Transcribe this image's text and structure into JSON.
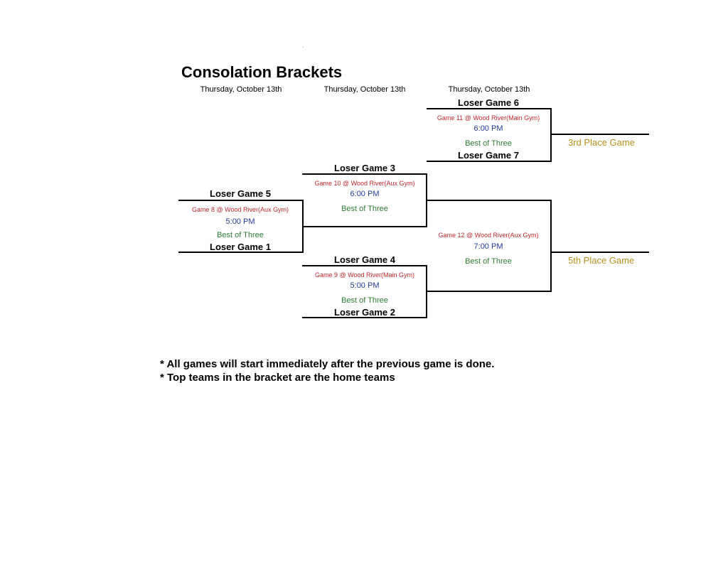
{
  "title": "Consolation Brackets",
  "dates": [
    "Thursday, October  13th",
    "Thursday, October  13th",
    "Thursday, October  13th"
  ],
  "mark": "·",
  "round1": {
    "top_team": "Loser Game 5",
    "venue": "Game 8 @ Wood River(Aux Gym)",
    "time": "5:00 PM",
    "format": "Best of Three",
    "bottom_team": "Loser Game 1"
  },
  "round2_top": {
    "top_team": "Loser Game 3",
    "venue": "Game 10 @ Wood River(Aux Gym)",
    "time": "6:00 PM",
    "format": "Best of Three"
  },
  "round2_bottom": {
    "top_team": "Loser Game 4",
    "venue": "Game 9 @ Wood River(Main Gym)",
    "time": "5:00 PM",
    "format": "Best of Three",
    "bottom_team": "Loser Game 2"
  },
  "round3_top": {
    "top_team": "Loser Game 6",
    "venue": "Game 11 @ Wood River(Main Gym)",
    "time": "6:00 PM",
    "format": "Best of Three",
    "bottom_team": "Loser Game 7"
  },
  "round3_bottom": {
    "venue": "Game 12 @ Wood River(Aux Gym)",
    "time": "7:00 PM",
    "format": "Best of Three"
  },
  "results": {
    "third_place": "3rd Place Game",
    "fifth_place": "5th Place Game"
  },
  "notes": [
    "* All games will start immediately after the previous game is done.",
    "* Top teams in the bracket are the home teams"
  ]
}
